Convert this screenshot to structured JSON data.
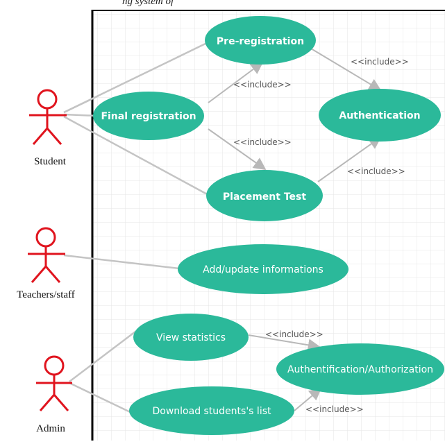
{
  "caption_fragment": "ng system of",
  "actors": {
    "student": "Student",
    "teachers_staff": "Teachers/staff",
    "admin": "Admin"
  },
  "use_cases": {
    "pre_registration": "Pre-registration",
    "final_registration": "Final registration",
    "authentication": "Authentication",
    "placement_test": "Placement Test",
    "add_update_informations": "Add/update informations",
    "view_statistics": "View statistics",
    "authentification_authorization": "Authentification/Authorization",
    "download_students_list": "Download students's list"
  },
  "relations": {
    "pre_to_auth": "<<include>>",
    "final_to_pre": "<<include>>",
    "final_to_placement": "<<include>>",
    "placement_to_auth": "<<include>>",
    "stats_to_authz": "<<include>>",
    "download_to_authz": "<<include>>"
  },
  "colors": {
    "use_case_fill": "#2bb99a",
    "actor": "#e0141e",
    "connector": "#b8b8b8",
    "grid": "#e6e6e6",
    "boundary": "#000000"
  }
}
